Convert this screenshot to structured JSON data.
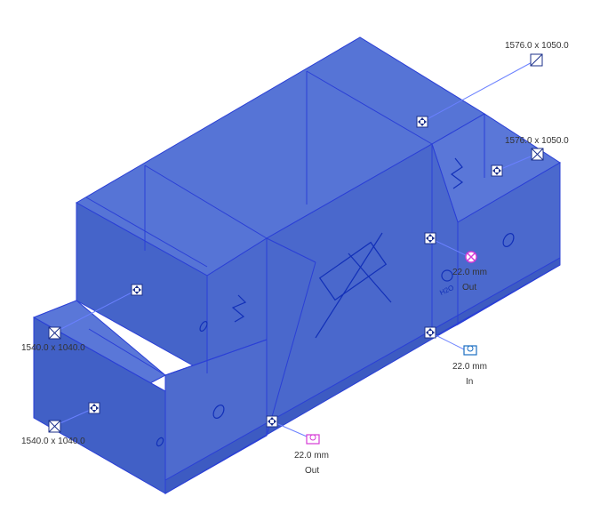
{
  "colors": {
    "face_top": "#5572d4",
    "face_front": "#4a68cc",
    "face_side": "#3e5cc3",
    "edge": "#2a3fd6",
    "leader": "#6a80ff",
    "label": "#333333"
  },
  "dimensions": {
    "top_outlet": "1576.0 x 1050.0",
    "right_outlet": "1576.0 x 1050.0",
    "left_upper": "1540.0 x 1040.0",
    "left_lower": "1540.0 x 1040.0"
  },
  "connectors": {
    "pink_upper": {
      "size": "22.0 mm",
      "direction": "Out"
    },
    "blue_middle": {
      "size": "22.0 mm",
      "direction": "In"
    },
    "pink_lower": {
      "size": "22.0 mm",
      "direction": "Out"
    }
  },
  "icons": {
    "duct_square": "duct-connector-icon",
    "grip": "move-grip-icon",
    "pipe_connector": "pipe-connector-icon"
  }
}
